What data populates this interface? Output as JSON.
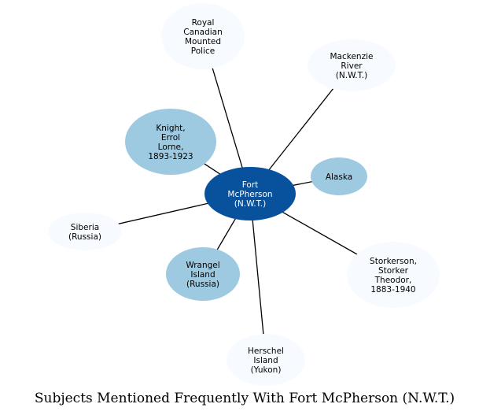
{
  "title": "Subjects Mentioned Frequently With Fort McPherson (N.W.T.)",
  "colors": {
    "center": "#08519c",
    "center_text": "#ffffff",
    "medium": "#9ecae1",
    "light": "#f7fbff",
    "edge": "#000000",
    "text": "#000000"
  },
  "center": {
    "id": "fort-mcpherson",
    "label": "Fort McPherson (N.W.T.)",
    "lines": [
      "Fort",
      "McPherson",
      "(N.W.T.)"
    ]
  },
  "nodes": [
    {
      "id": "rcmp",
      "label": "Royal Canadian Mounted Police",
      "lines": [
        "Royal",
        "Canadian",
        "Mounted",
        "Police"
      ],
      "shade": "light"
    },
    {
      "id": "mackenzie-river",
      "label": "Mackenzie River (N.W.T.)",
      "lines": [
        "Mackenzie",
        "River",
        "(N.W.T.)"
      ],
      "shade": "light"
    },
    {
      "id": "knight-errol-lorne",
      "label": "Knight, Errol Lorne, 1893-1923",
      "lines": [
        "Knight,",
        "Errol",
        "Lorne,",
        "1893-1923"
      ],
      "shade": "medium"
    },
    {
      "id": "alaska",
      "label": "Alaska",
      "lines": [
        "Alaska"
      ],
      "shade": "medium"
    },
    {
      "id": "siberia",
      "label": "Siberia (Russia)",
      "lines": [
        "Siberia",
        "(Russia)"
      ],
      "shade": "light"
    },
    {
      "id": "storkerson",
      "label": "Storkerson, Storker Theodor, 1883-1940",
      "lines": [
        "Storkerson,",
        "Storker",
        "Theodor,",
        "1883-1940"
      ],
      "shade": "light"
    },
    {
      "id": "wrangel-island",
      "label": "Wrangel Island (Russia)",
      "lines": [
        "Wrangel",
        "Island",
        "(Russia)"
      ],
      "shade": "medium"
    },
    {
      "id": "herschel-island",
      "label": "Herschel Island (Yukon)",
      "lines": [
        "Herschel",
        "Island",
        "(Yukon)"
      ],
      "shade": "light"
    }
  ]
}
